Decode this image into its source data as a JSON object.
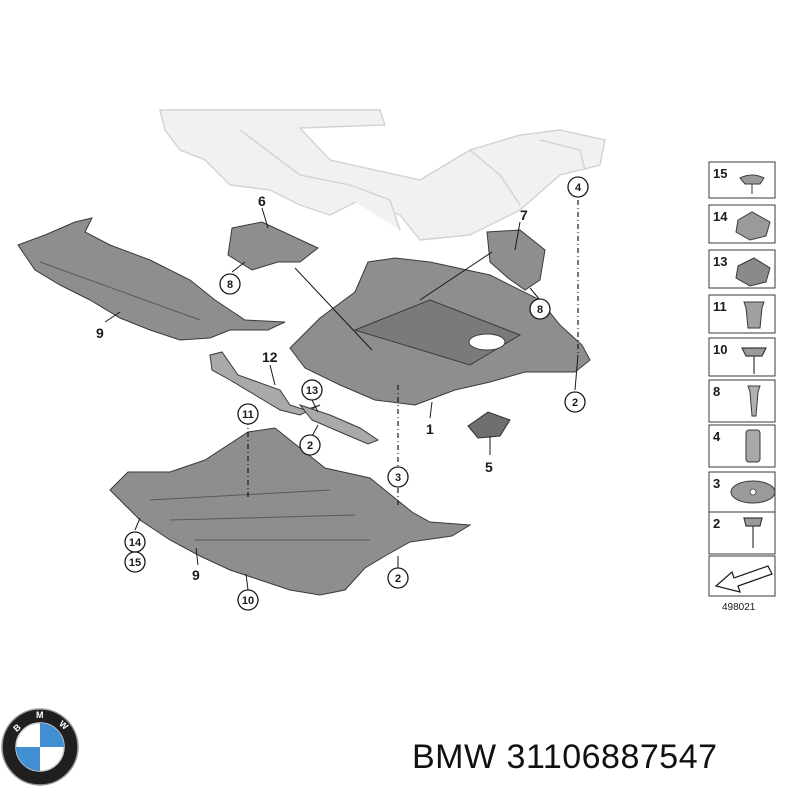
{
  "diagram": {
    "diagram_id": "498021",
    "callouts_circled": [
      "4",
      "8",
      "8",
      "11",
      "13",
      "2",
      "2",
      "3",
      "14",
      "15",
      "10",
      "2"
    ],
    "labels_plain": [
      "6",
      "7",
      "9",
      "12",
      "1",
      "5",
      "9"
    ],
    "legend": [
      "15",
      "14",
      "13",
      "11",
      "10",
      "8",
      "4",
      "3",
      "2"
    ]
  },
  "brand": {
    "logo_icon": "bmw-roundel-icon",
    "logo_letters": "BMW",
    "caption": "BMW 31106887547"
  },
  "colors": {
    "part_fill": "#8e8e8e",
    "outline": "#3a3a3a",
    "background": "#ffffff"
  }
}
